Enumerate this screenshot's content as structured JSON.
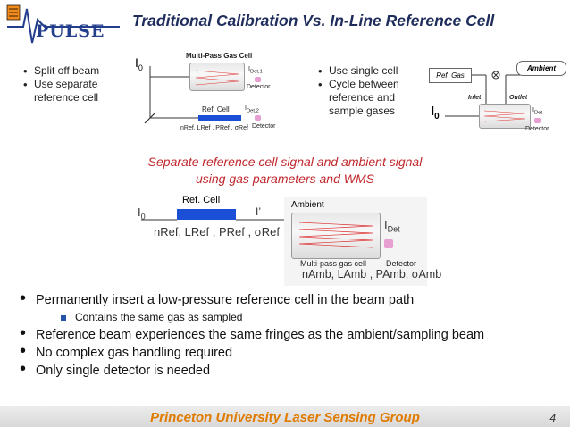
{
  "header": {
    "title": "Traditional Calibration Vs. In-Line Reference Cell",
    "logo_text": "PULSE"
  },
  "left_panel": {
    "bullets": [
      "Split off beam",
      "Use separate",
      "reference cell"
    ],
    "diagram": {
      "i0": "I",
      "i0_sub": "0",
      "multipass_label": "Multi-Pass Gas Cell",
      "idet1": "I",
      "idet1_sub": "Det,1",
      "detector1": "Detector",
      "ref_cell": "Ref. Cell",
      "idet2": "I",
      "idet2_sub": "Det,2",
      "detector2": "Detector",
      "params": "nRef, LRef , PRef , σRef"
    }
  },
  "right_panel": {
    "bullets": [
      "Use single cell",
      "Cycle between",
      "reference and",
      "sample gases"
    ],
    "diagram": {
      "ref_gas": "Ref. Gas",
      "ambient": "Ambient",
      "inlet": "Inlet",
      "outlet": "Outlet",
      "i0": "I",
      "i0_sub": "0",
      "idet": "I",
      "idet_sub": "Det",
      "detector": "Detector"
    }
  },
  "subtitle": {
    "line1": "Separate reference cell signal and ambient signal",
    "line2": "using gas parameters and WMS"
  },
  "center_diagram": {
    "i0": "I",
    "i0_sub": "0",
    "ref_cell": "Ref. Cell",
    "i_prime": "I’",
    "params": "nRef, LRef , PRef , σRef",
    "ambient": "Ambient",
    "idet": "I",
    "idet_sub": "Det",
    "multipass": "Multi-pass gas cell",
    "detector": "Detector",
    "amb_params": "nAmb, LAmb , PAmb, σAmb"
  },
  "main_bullets": [
    "Permanently insert a low-pressure reference cell in the beam path",
    "Contains the same gas as sampled",
    "Reference beam experiences the same fringes as the ambient/sampling beam",
    "No complex gas handling required",
    "Only single detector is needed"
  ],
  "footer": {
    "group": "Princeton University Laser Sensing Group",
    "page": "4"
  },
  "colors": {
    "title": "#1f2d5c",
    "accent_red": "#c0282d",
    "footer_orange": "#e07b00",
    "ref_cell_blue": "#1a4fd6",
    "detector_pink": "#e79fd1"
  }
}
